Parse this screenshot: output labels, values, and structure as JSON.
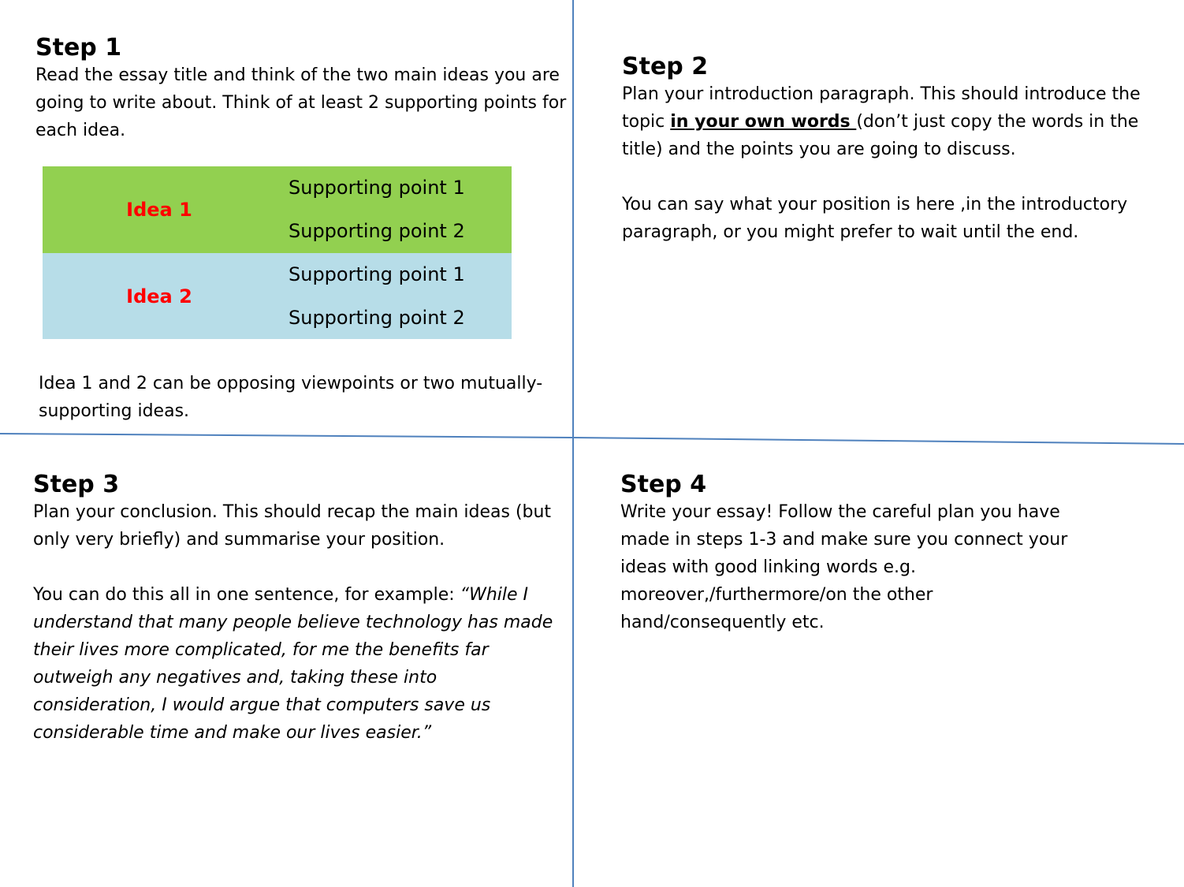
{
  "step1": {
    "title": "Step 1",
    "body": "Read the essay title and think of the two main ideas you are going to write about.  Think of at least 2 supporting points for each idea.",
    "ideas": [
      {
        "label": "Idea 1",
        "points": [
          "Supporting point 1",
          "Supporting point 2"
        ],
        "color": "#92d050"
      },
      {
        "label": "Idea 2",
        "points": [
          "Supporting point 1",
          "Supporting point 2"
        ],
        "color": "#b7dde8"
      }
    ],
    "note": "Idea 1 and 2 can be opposing viewpoints or  two mutually- supporting ideas."
  },
  "step2": {
    "title": "Step 2",
    "para1_before": "Plan your introduction paragraph. This should introduce the topic ",
    "para1_emph": "in your own words ",
    "para1_after": "(don’t just copy the words in the title) and the points you are going to discuss.",
    "para2": "You can say what your position is here ,in the introductory paragraph, or you might prefer to wait until the end."
  },
  "step3": {
    "title": "Step 3",
    "para1": "Plan your conclusion. This should recap the main ideas (but only very briefly) and summarise your position.",
    "para2_lead": "You can do this all in one sentence, for example: ",
    "para2_quote": "“While I understand that many people believe technology has made their lives more complicated, for me the benefits far outweigh any negatives and, taking these into consideration, I would argue that computers save us considerable time and make our lives easier.”"
  },
  "step4": {
    "title": "Step 4",
    "body": "Write your essay! Follow the careful plan you have made in steps 1-3 and make sure you connect your ideas with good linking words  e.g. moreover,/furthermore/on  the other hand/consequently  etc."
  },
  "colors": {
    "divider": "#4f81bd",
    "idea_label": "#ff0000"
  }
}
